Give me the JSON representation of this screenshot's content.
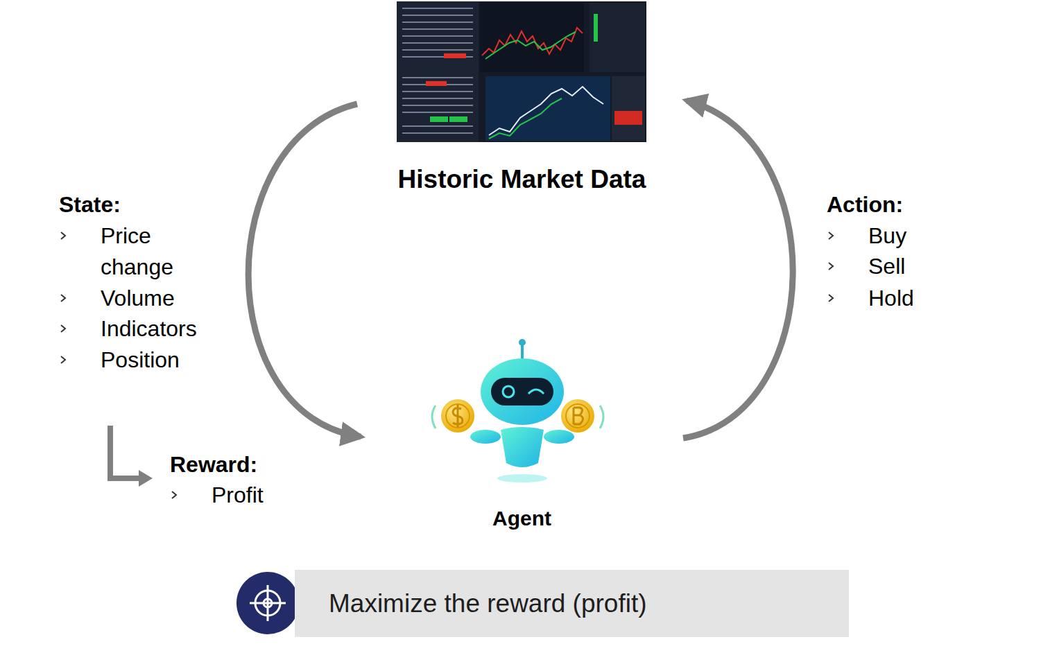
{
  "diagram": {
    "nodes": [
      {
        "text": [
          "Historic Market Data"
        ]
      },
      {
        "text": [
          "Agent"
        ]
      },
      {
        "text": [
          "Maximize the reward (profit)"
        ]
      }
    ],
    "edges": [
      {
        "from": 0,
        "to": 1,
        "arrow": "to"
      },
      {
        "from": 1,
        "to": 0,
        "arrow": "to"
      }
    ],
    "labels": [
      "State:",
      "Price change",
      "Volume",
      "Indicators",
      "Position",
      "Reward:",
      "Profit",
      "Action:",
      "Buy",
      "Sell",
      "Hold"
    ]
  }
}
